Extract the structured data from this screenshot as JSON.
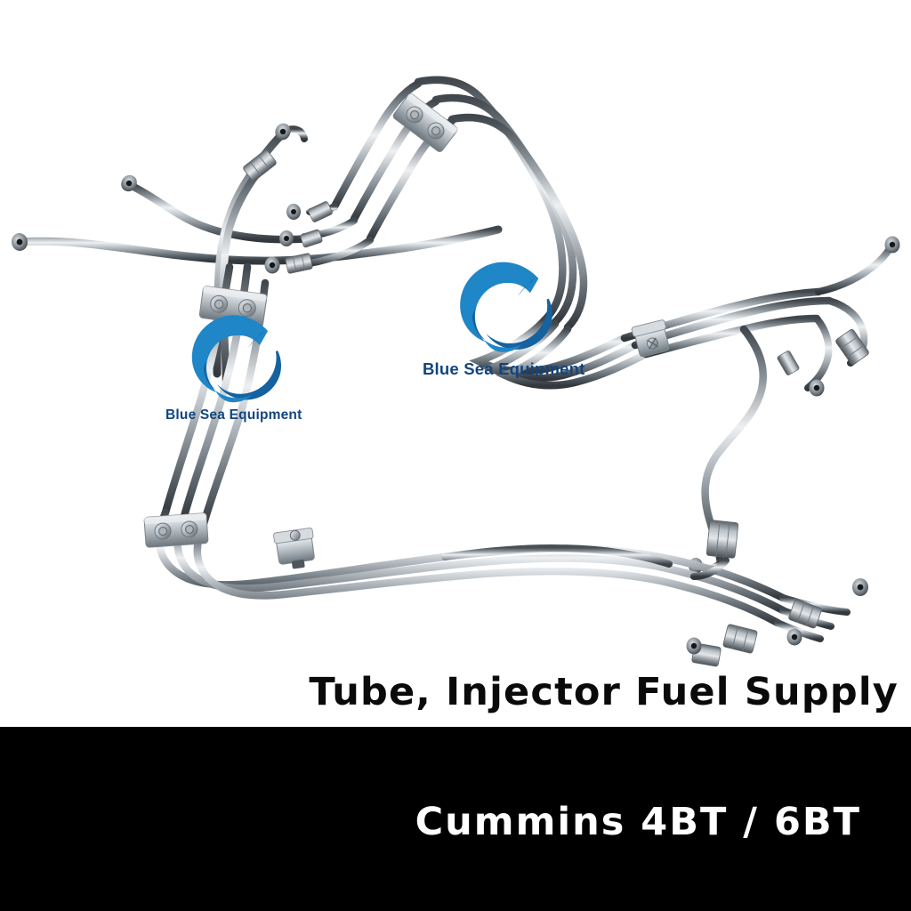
{
  "background_color": "#ffffff",
  "product_photo": {
    "alt_name": "diesel-injector-fuel-supply-tube-assembly",
    "description": "Set of zinc-plated steel high-pressure fuel injector supply tubes with hex union nuts, banjo eyelet end fittings and bolted mounting clamps",
    "tube_metal_light": "#e8ebee",
    "tube_metal_mid": "#9aa2a9",
    "tube_metal_dark": "#3d4449",
    "fitting_color": "#8e9499",
    "clamp_color": "#c3c9ce"
  },
  "watermarks": [
    {
      "id": "watermark-small",
      "text": "Blue Sea Equipment",
      "text_color": "#12457f",
      "logo_light_blue": "#1f86c8",
      "logo_dark_blue": "#1562a0"
    },
    {
      "id": "watermark-large",
      "text": "Blue Sea Equipment",
      "text_color": "#12457f",
      "logo_light_blue": "#1f86c8",
      "logo_dark_blue": "#1562a0"
    }
  ],
  "caption": {
    "title": "Tube, Injector Fuel Supply",
    "title_color": "#0a0a0a"
  },
  "banner": {
    "subtitle": "Cummins 4BT / 6BT",
    "background_color": "#000000",
    "text_color": "#ffffff"
  }
}
